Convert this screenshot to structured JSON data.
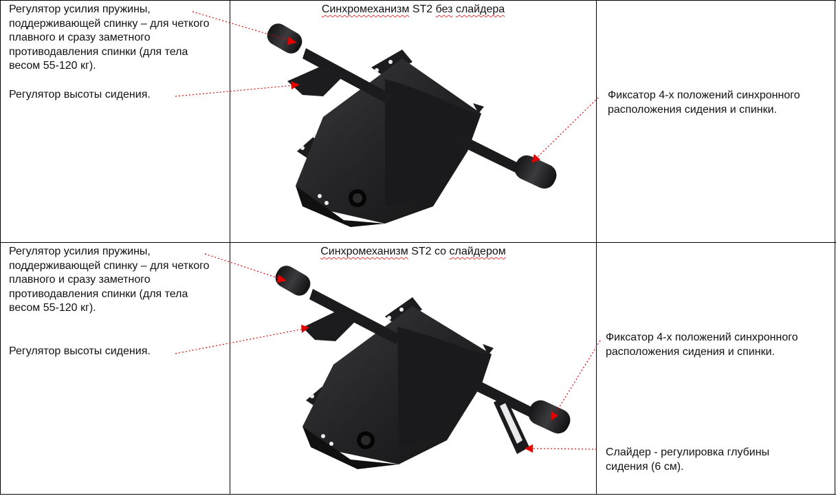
{
  "rows": [
    {
      "title_words": [
        "Синхромеханизм",
        "ST2",
        "без",
        "слайдера"
      ],
      "left_labels": {
        "spring": "Регулятор усилия пружины, поддерживающей спинку – для четкого плавного и сразу заметного противодавления спинки (для тела весом 55-120 кг).",
        "height": "Регулятор высоты сидения."
      },
      "right_labels": {
        "lock": "Фиксатор 4-х положений синхронного расположения сидения и спинки."
      }
    },
    {
      "title_words": [
        "Синхромеханизм",
        "ST2",
        "со",
        "слайдером"
      ],
      "left_labels": {
        "spring": "Регулятор усилия пружины, поддерживающей спинку – для четкого плавного и сразу заметного противодавления спинки (для тела весом 55-120 кг).",
        "height": "Регулятор высоты сидения."
      },
      "right_labels": {
        "lock": "Фиксатор 4-х положений синхронного расположения сидения и спинки.",
        "slider": "Слайдер - регулировка глубины сидения (6 см)."
      }
    }
  ],
  "colors": {
    "arrow": "#e00000",
    "mechanism": "#2a2a2c",
    "border": "#000000"
  }
}
